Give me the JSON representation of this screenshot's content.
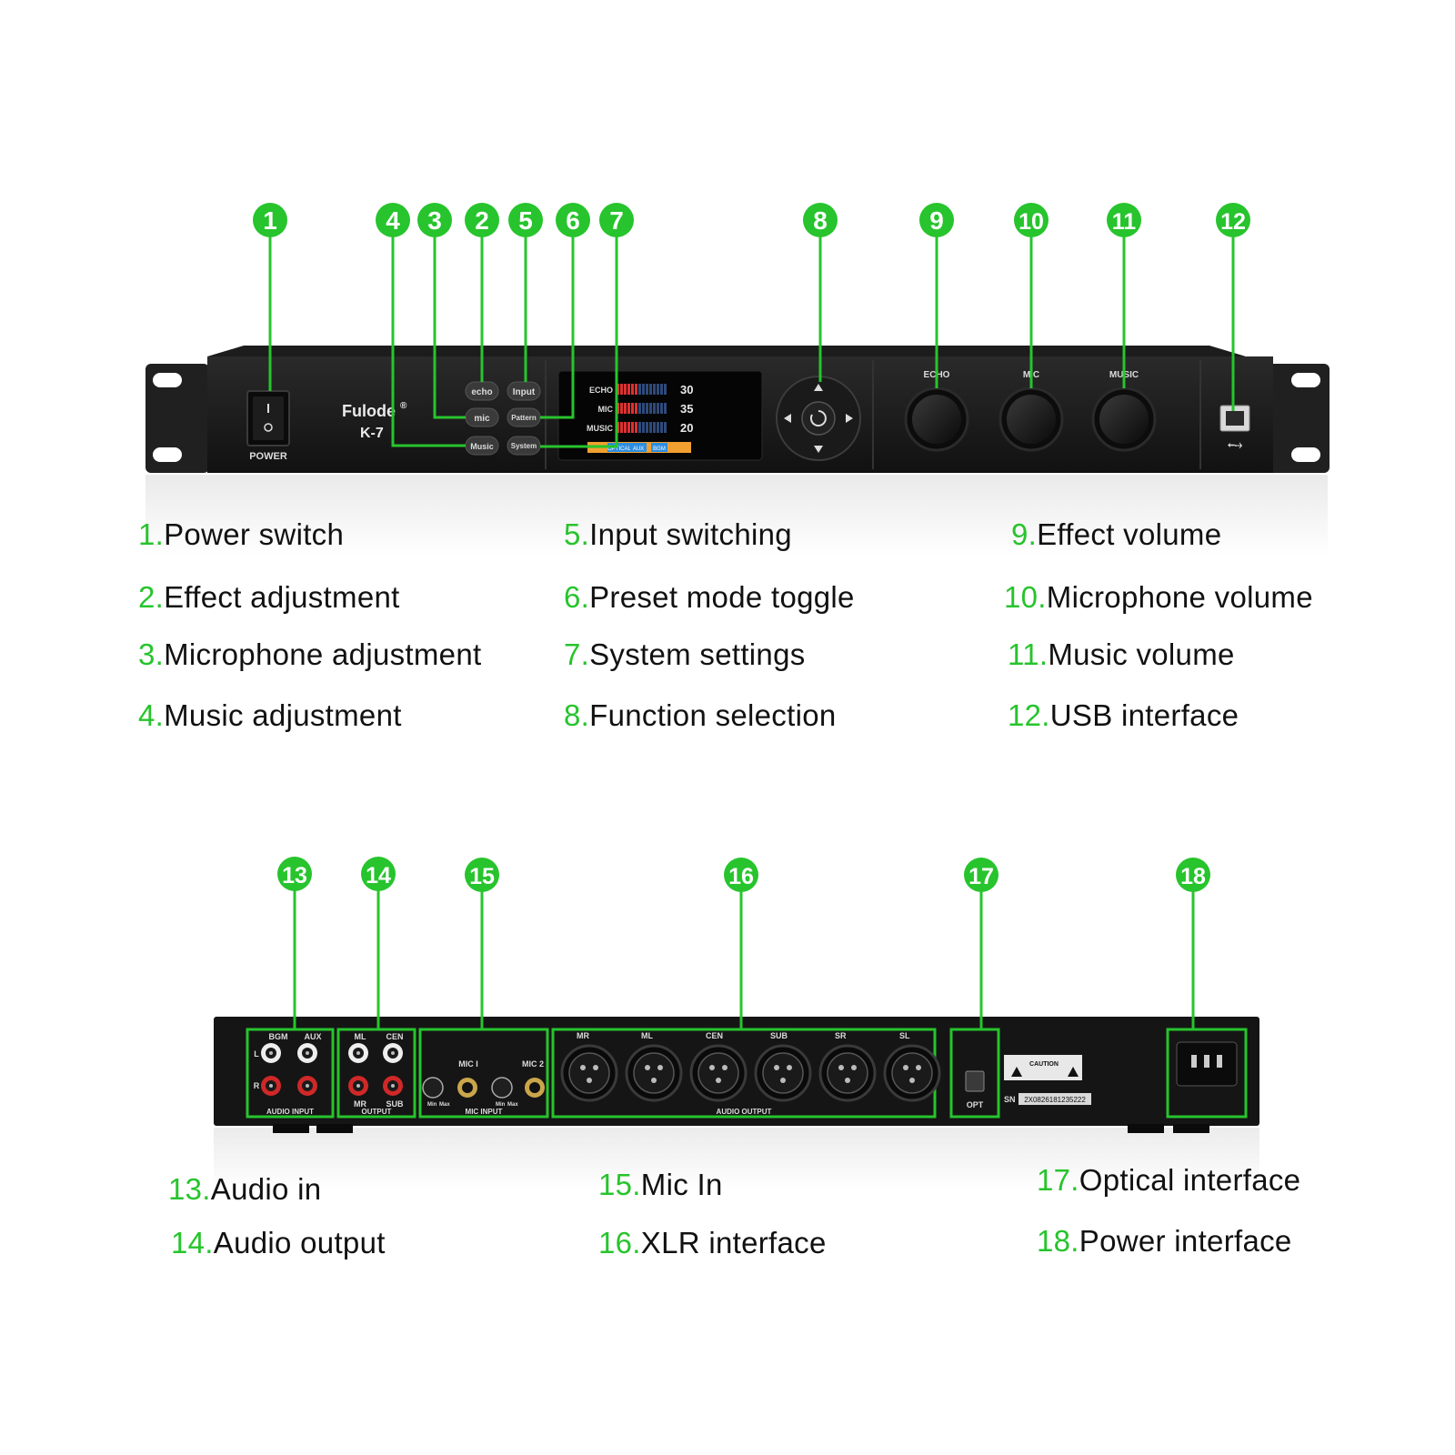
{
  "accent_color": "#27c42d",
  "front_panel": {
    "brand": "Fulode",
    "registered_mark": "®",
    "model": "K-7",
    "power_label": "POWER",
    "buttons": {
      "echo": "echo",
      "input": "Input",
      "mic": "mic",
      "pattern": "Pattern",
      "music": "Music",
      "system": "System"
    },
    "display": {
      "rows": [
        {
          "name": "ECHO",
          "value": "30"
        },
        {
          "name": "MIC",
          "value": "35"
        },
        {
          "name": "MUSIC",
          "value": "20"
        }
      ],
      "tabs": [
        "OPTICAL",
        "AUX",
        "BGM"
      ]
    },
    "knob_labels": [
      "ECHO",
      "MIC",
      "MUSIC"
    ]
  },
  "rear_panel": {
    "audio_input": {
      "group_label": "AUDIO INPUT",
      "columns": [
        "BGM",
        "AUX"
      ],
      "rows": [
        "L",
        "R"
      ]
    },
    "audio_output": {
      "group_label": "OUTPUT",
      "top": [
        "ML",
        "CEN"
      ],
      "bottom": [
        "MR",
        "SUB"
      ]
    },
    "mic_input": {
      "group_label": "MIC INPUT",
      "channels": [
        "MIC I",
        "MIC 2"
      ],
      "knob_min": "Min",
      "knob_max": "Max"
    },
    "xlr_output": {
      "group_label": "AUDIO OUTPUT",
      "channels": [
        "MR",
        "ML",
        "CEN",
        "SUB",
        "SR",
        "SL"
      ]
    },
    "optical_label": "OPT",
    "warning_title": "CAUTION",
    "serial_prefix": "SN",
    "serial_number": "2X0826181235222"
  },
  "front_callouts": [
    "1",
    "4",
    "3",
    "2",
    "5",
    "6",
    "7",
    "8",
    "9",
    "10",
    "11",
    "12"
  ],
  "rear_callouts": [
    "13",
    "14",
    "15",
    "16",
    "17",
    "18"
  ],
  "front_legend": [
    {
      "num": "1.",
      "text": "Power switch"
    },
    {
      "num": "2.",
      "text": "Effect adjustment"
    },
    {
      "num": "3.",
      "text": "Microphone adjustment"
    },
    {
      "num": "4.",
      "text": "Music adjustment"
    },
    {
      "num": "5.",
      "text": "Input switching"
    },
    {
      "num": "6.",
      "text": "Preset mode toggle"
    },
    {
      "num": "7.",
      "text": "System settings"
    },
    {
      "num": "8.",
      "text": "Function selection"
    },
    {
      "num": "9.",
      "text": "Effect volume"
    },
    {
      "num": "10.",
      "text": "Microphone volume"
    },
    {
      "num": "11.",
      "text": "Music volume"
    },
    {
      "num": "12.",
      "text": "USB interface"
    }
  ],
  "rear_legend": [
    {
      "num": "13.",
      "text": "Audio in"
    },
    {
      "num": "14.",
      "text": "Audio output"
    },
    {
      "num": "15.",
      "text": "Mic In"
    },
    {
      "num": "16.",
      "text": "XLR interface"
    },
    {
      "num": "17.",
      "text": "Optical interface"
    },
    {
      "num": "18.",
      "text": "Power interface"
    }
  ]
}
